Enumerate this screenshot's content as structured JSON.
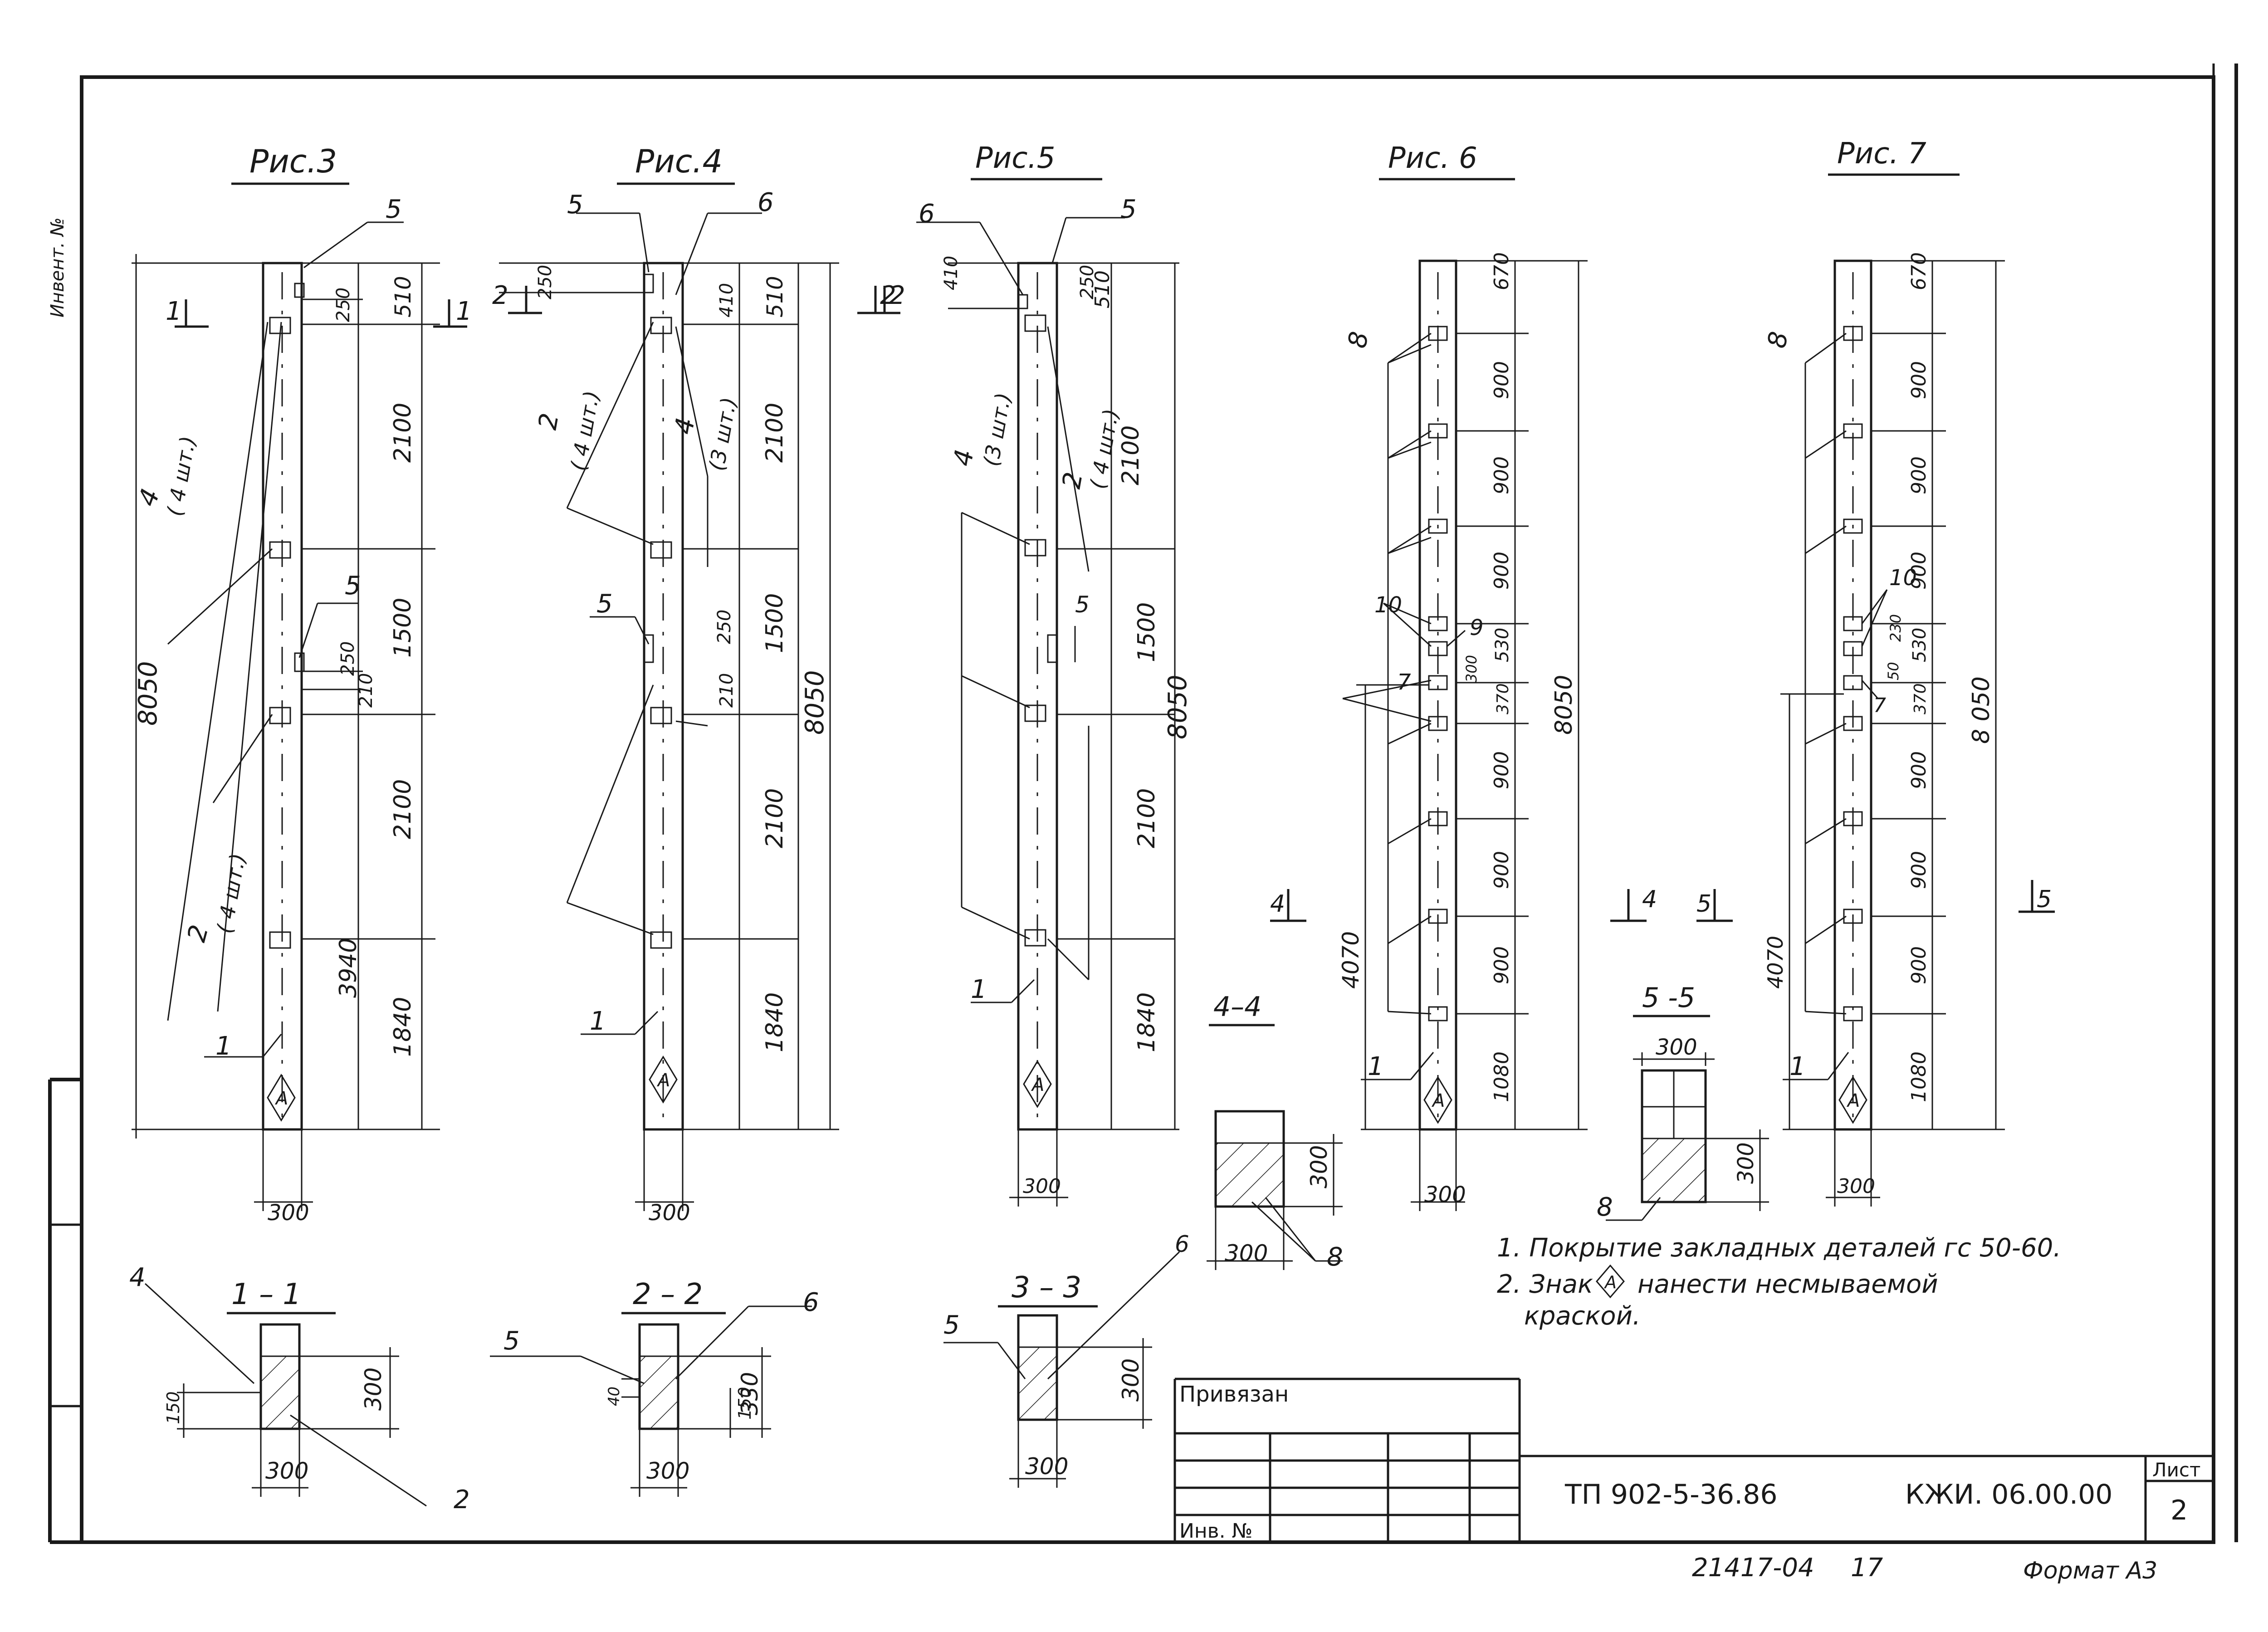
{
  "figures": {
    "fig3": {
      "title": "Рис.3",
      "width": "300",
      "total": "8050",
      "partial": "3940",
      "dims": [
        "510",
        "250",
        "2100",
        "1500",
        "250",
        "210",
        "2100",
        "1840"
      ],
      "callouts": [
        "5",
        "4",
        "( 4 шт.)",
        "5",
        "2",
        "( 4 шт.)",
        "1"
      ],
      "section_marks": [
        "1",
        "1"
      ]
    },
    "fig4": {
      "title": "Рис.4",
      "width": "300",
      "total": "8050",
      "dims": [
        "250",
        "410",
        "510",
        "2100",
        "250",
        "1500",
        "210",
        "2100",
        "1840"
      ],
      "callouts": [
        "5",
        "6",
        "2",
        "( 4 шт.)",
        "4",
        "(3 шт.)",
        "5",
        "1"
      ],
      "section_marks": [
        "2",
        "2"
      ]
    },
    "fig5": {
      "title": "Рис.5",
      "width": "300",
      "total": "8050",
      "dims": [
        "410",
        "250",
        "510",
        "2100",
        "1500",
        "2100",
        "1840"
      ],
      "callouts": [
        "6",
        "5",
        "4",
        "(3 шт.)",
        "2",
        "( 4 шт.)",
        "5",
        "1"
      ],
      "section_marks": [
        "2"
      ]
    },
    "fig6": {
      "title": "Рис. 6",
      "width": "300",
      "total": "8050",
      "partial": "4070",
      "dims": [
        "670",
        "900",
        "900",
        "900",
        "530",
        "300",
        "370",
        "900",
        "900",
        "900",
        "1080"
      ],
      "callouts": [
        "8",
        "10",
        "9",
        "7",
        "1"
      ],
      "section_marks": [
        "4",
        "4"
      ]
    },
    "fig7": {
      "title": "Рис. 7",
      "width": "300",
      "total": "8 050",
      "partial": "4070",
      "dims": [
        "670",
        "900",
        "900",
        "900",
        "530",
        "230",
        "50",
        "370",
        "900",
        "900",
        "900",
        "1080"
      ],
      "callouts": [
        "8",
        "10",
        "7",
        "1"
      ],
      "section_marks": [
        "5",
        "5"
      ]
    }
  },
  "sections": {
    "s11": {
      "title": "1 – 1",
      "w": "300",
      "h": "300",
      "off": "150",
      "callouts": [
        "4",
        "2"
      ]
    },
    "s22": {
      "title": "2 – 2",
      "w": "300",
      "h": "330",
      "off": "150",
      "off2": "40",
      "callouts": [
        "5",
        "6"
      ]
    },
    "s33": {
      "title": "3 – 3",
      "w": "300",
      "h": "300",
      "callouts": [
        "5",
        "6"
      ]
    },
    "s44": {
      "title": "4–4",
      "w": "300",
      "h": "300",
      "callouts": [
        "8"
      ]
    },
    "s55": {
      "title": "5 -5",
      "w": "300",
      "h": "300",
      "callouts": [
        "8"
      ]
    }
  },
  "notes": [
    "1. Покрытие закладных деталей гс   50-60.",
    "2. Знак",
    "нанести несмываемой",
    "краской."
  ],
  "mark_A": "A",
  "side_text": "Инвент. №",
  "title_block": {
    "privyazan": "Привязан",
    "inv_no": "Инв. №",
    "project": "ТП 902-5-36.86",
    "code": "КЖИ. 06.00.00",
    "sheet_label": "Лист",
    "sheet_no": "2",
    "archive": "21417-04",
    "archive_page": "17",
    "format": "Формат А3"
  }
}
